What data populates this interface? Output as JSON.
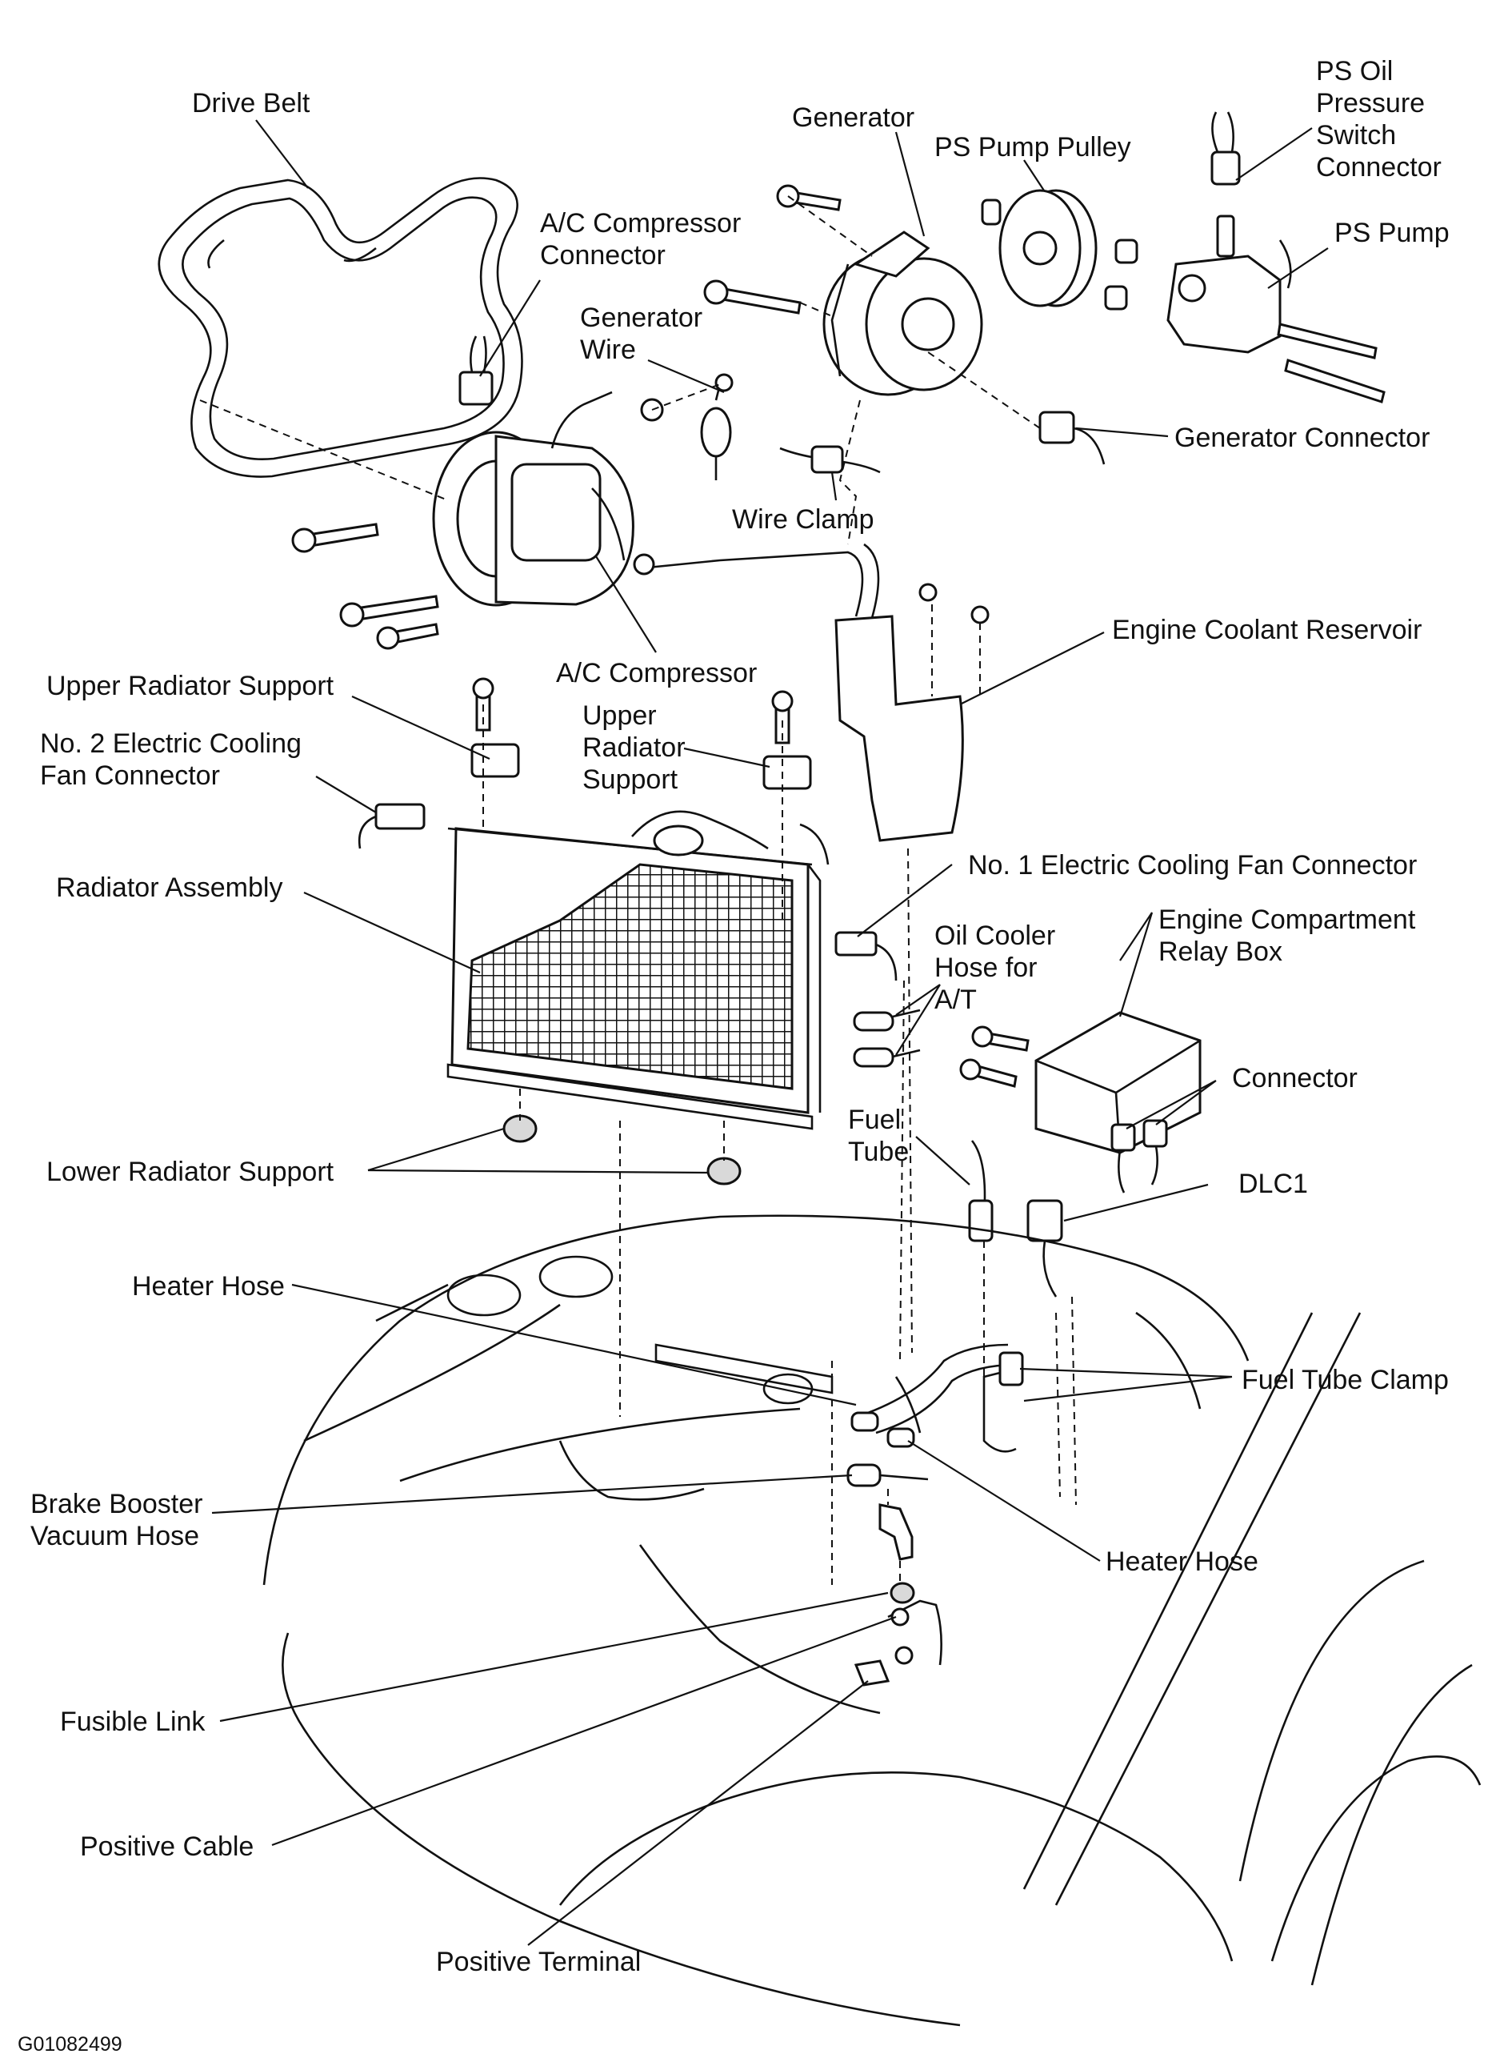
{
  "labels": {
    "drive_belt": "Drive Belt",
    "generator": "Generator",
    "ps_pump_pulley": "PS Pump Pulley",
    "ps_oil_pressure_switch_connector": [
      "PS Oil",
      "Pressure",
      "Switch",
      "Connector"
    ],
    "ps_pump": "PS Pump",
    "ac_compressor_connector": [
      "A/C Compressor",
      "Connector"
    ],
    "generator_wire": [
      "Generator",
      "Wire"
    ],
    "generator_connector": "Generator Connector",
    "wire_clamp": "Wire Clamp",
    "engine_coolant_reservoir": "Engine Coolant Reservoir",
    "ac_compressor": "A/C Compressor",
    "upper_radiator_support_left": "Upper Radiator Support",
    "upper_radiator_support_center": [
      "Upper",
      "Radiator",
      "Support"
    ],
    "no2_fan_connector": [
      "No. 2 Electric Cooling",
      "Fan Connector"
    ],
    "no1_fan_connector": "No. 1 Electric Cooling Fan Connector",
    "radiator_assembly": "Radiator Assembly",
    "oil_cooler_hose": [
      "Oil Cooler",
      "Hose for",
      "A/T"
    ],
    "relay_box": [
      "Engine Compartment",
      "Relay Box"
    ],
    "connector": "Connector",
    "fuel_tube": [
      "Fuel",
      "Tube"
    ],
    "lower_radiator_support": "Lower Radiator Support",
    "dlc1": "DLC1",
    "heater_hose_top": "Heater Hose",
    "fuel_tube_clamp": "Fuel Tube Clamp",
    "brake_booster_vacuum_hose": [
      "Brake Booster",
      "Vacuum Hose"
    ],
    "heater_hose_bottom": "Heater Hose",
    "fusible_link": "Fusible Link",
    "positive_cable": "Positive Cable",
    "positive_terminal": "Positive Terminal"
  },
  "figure_id": "G01082499"
}
